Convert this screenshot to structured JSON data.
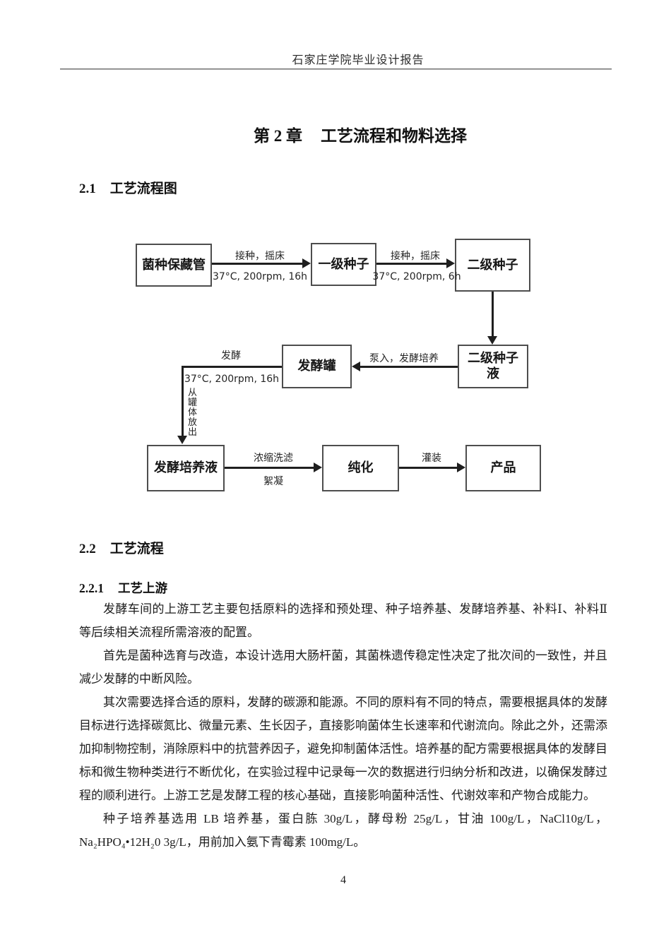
{
  "header": {
    "title": "石家庄学院毕业设计报告"
  },
  "chapter": {
    "number": "第 2 章",
    "title": "工艺流程和物料选择"
  },
  "sections": {
    "s21": {
      "number": "2.1",
      "title": "工艺流程图"
    },
    "s22": {
      "number": "2.2",
      "title": "工艺流程"
    },
    "s221": {
      "number": "2.2.1",
      "title": "工艺上游"
    }
  },
  "flowchart": {
    "boxes": {
      "seed_tube": "菌种保藏管",
      "seed1": "一级种子",
      "seed2": "二级种子",
      "fermenter": "发酵罐",
      "seed2_liquid_line1": "二级种子",
      "seed2_liquid_line2": "液",
      "broth": "发酵培养液",
      "purify": "纯化",
      "product": "产品"
    },
    "edges": {
      "e1_top": "接种，摇床",
      "e1_bottom": "37°C, 200rpm, 16h",
      "e2_top": "接种，摇床",
      "e2_bottom": "37°C, 200rpm, 6h",
      "e3_top": "泵入，发酵培养",
      "e4_top": "发酵",
      "e4_bottom": "37°C, 200rpm, 16h",
      "e4_vertical": "从罐体放出",
      "e5_top": "浓缩洗滤",
      "e5_bottom": "絮凝",
      "e6_top": "灌装"
    },
    "line_color": "#1f1f1f",
    "box_border_color": "#4d4d4d"
  },
  "paragraphs": {
    "p1": "发酵车间的上游工艺主要包括原料的选择和预处理、种子培养基、发酵培养基、补料Ⅰ、补料Ⅱ等后续相关流程所需溶液的配置。",
    "p2": "首先是菌种选育与改造，本设计选用大肠杆菌，其菌株遗传稳定性决定了批次间的一致性，并且减少发酵的中断风险。",
    "p3": "其次需要选择合适的原料，发酵的碳源和能源。不同的原料有不同的特点，需要根据具体的发酵目标进行选择碳氮比、微量元素、生长因子，直接影响菌体生长速率和代谢流向。除此之外，还需添加抑制物控制，消除原料中的抗营养因子，避免抑制菌体活性。培养基的配方需要根据具体的发酵目标和微生物种类进行不断优化，在实验过程中记录每一次的数据进行归纳分析和改进，以确保发酵过程的顺利进行。上游工艺是发酵工程的核心基础，直接影响菌种活性、代谢效率和产物合成能力。",
    "p4": "种子培养基选用 LB 培养基，蛋白胨 30g/L，酵母粉 25g/L，甘油 100g/L，NaCl10g/L，Na₂HPO₄•12H₂0 3g/L，用前加入氨下青霉素 100mg/L。"
  },
  "footer": {
    "page_number": "4"
  }
}
